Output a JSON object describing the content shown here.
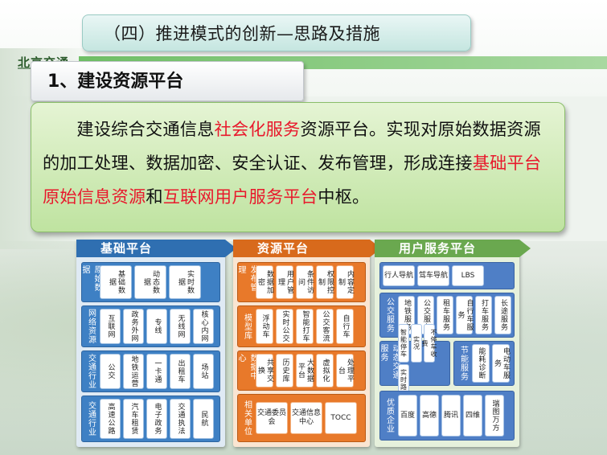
{
  "slide": {
    "title": "（四）推进模式的创新—思路及措施",
    "logo_text": "北京交通",
    "section_title": "1、建设资源平台",
    "body": {
      "seg1": "建设综合交通信息",
      "seg2": "社会化服务",
      "seg3": "资源平台。实现对原始数据资源的加工处理、数据加密、安全认证、发布管理，形成连接",
      "seg4": "基础平台原始信息资源",
      "seg5": "和",
      "seg6": "互联网用户服务平台",
      "seg7": "中枢。"
    },
    "accent_red": "#e8192c"
  },
  "diagram": {
    "base": {
      "header": "基础平台",
      "groups": [
        {
          "label": "原始数据",
          "items": [
            "基础数据",
            "动态数据",
            "实时数据"
          ]
        },
        {
          "label": "网络资源",
          "items": [
            "互联网",
            "政务外网",
            "专线",
            "无线网",
            "核心内网"
          ]
        },
        {
          "label": "交通行业",
          "items": [
            "公交",
            "地铁运营",
            "一卡通",
            "出租车",
            "场站"
          ]
        },
        {
          "label": "交通行业",
          "items": [
            "高速公路",
            "汽车租赁",
            "电子政务",
            "交通执法",
            "民航"
          ]
        }
      ]
    },
    "resource": {
      "header": "资源平台",
      "groups": [
        {
          "label": "发布管理",
          "items": [
            "数据加密",
            "用户管理",
            "条件访问",
            "权限控制",
            "内容定制"
          ]
        },
        {
          "label": "模型库",
          "items": [
            "浮动车",
            "实时公交",
            "智能打车",
            "公交客流",
            "自行车"
          ]
        },
        {
          "label": "数据中心",
          "items": [
            "共享交换",
            "历史库",
            "大数据平台",
            "虚拟化",
            "处理平台"
          ]
        },
        {
          "label": "相关单位",
          "items": [
            "交通委员会",
            "交通信息中心",
            "TOCC"
          ]
        }
      ]
    },
    "user": {
      "header": "用户服务平台",
      "groups": [
        {
          "label": "",
          "items": [
            "行人导航",
            "驾车导航",
            "LBS"
          ]
        },
        {
          "label": "公交服务",
          "items": [
            "地铁服务",
            "公交服务",
            "租车服务",
            "自行车服务",
            "打车服务",
            "长途服务"
          ]
        },
        {
          "label": "动态交通服务",
          "items": [
            "智能停车",
            "实况",
            "不停车收费",
            "实时路况"
          ]
        },
        {
          "label": "节能服务",
          "items": [
            "能耗诊断",
            "电动车服务"
          ]
        },
        {
          "label": "优质企业",
          "items": [
            "百度",
            "高德",
            "腾讯",
            "四维",
            "瑞图万方"
          ]
        }
      ]
    }
  }
}
